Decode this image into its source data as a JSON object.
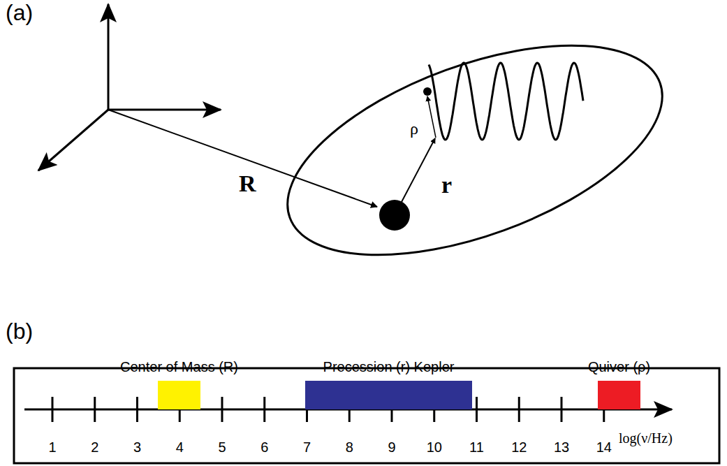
{
  "diagram": {
    "nodes": [
      {
        "text": [
          "Center of Mass (R)"
        ]
      },
      {
        "text": [
          "Precession (r) Kepler"
        ]
      },
      {
        "text": [
          "Quiver (ρ)"
        ]
      }
    ],
    "labels": [
      "(a)",
      "(b)",
      "R",
      "r",
      "ρ",
      "1",
      "2",
      "3",
      "4",
      "5",
      "6",
      "7",
      "8",
      "9",
      "10",
      "11",
      "12",
      "13",
      "14",
      "log(ν/Hz)"
    ]
  }
}
